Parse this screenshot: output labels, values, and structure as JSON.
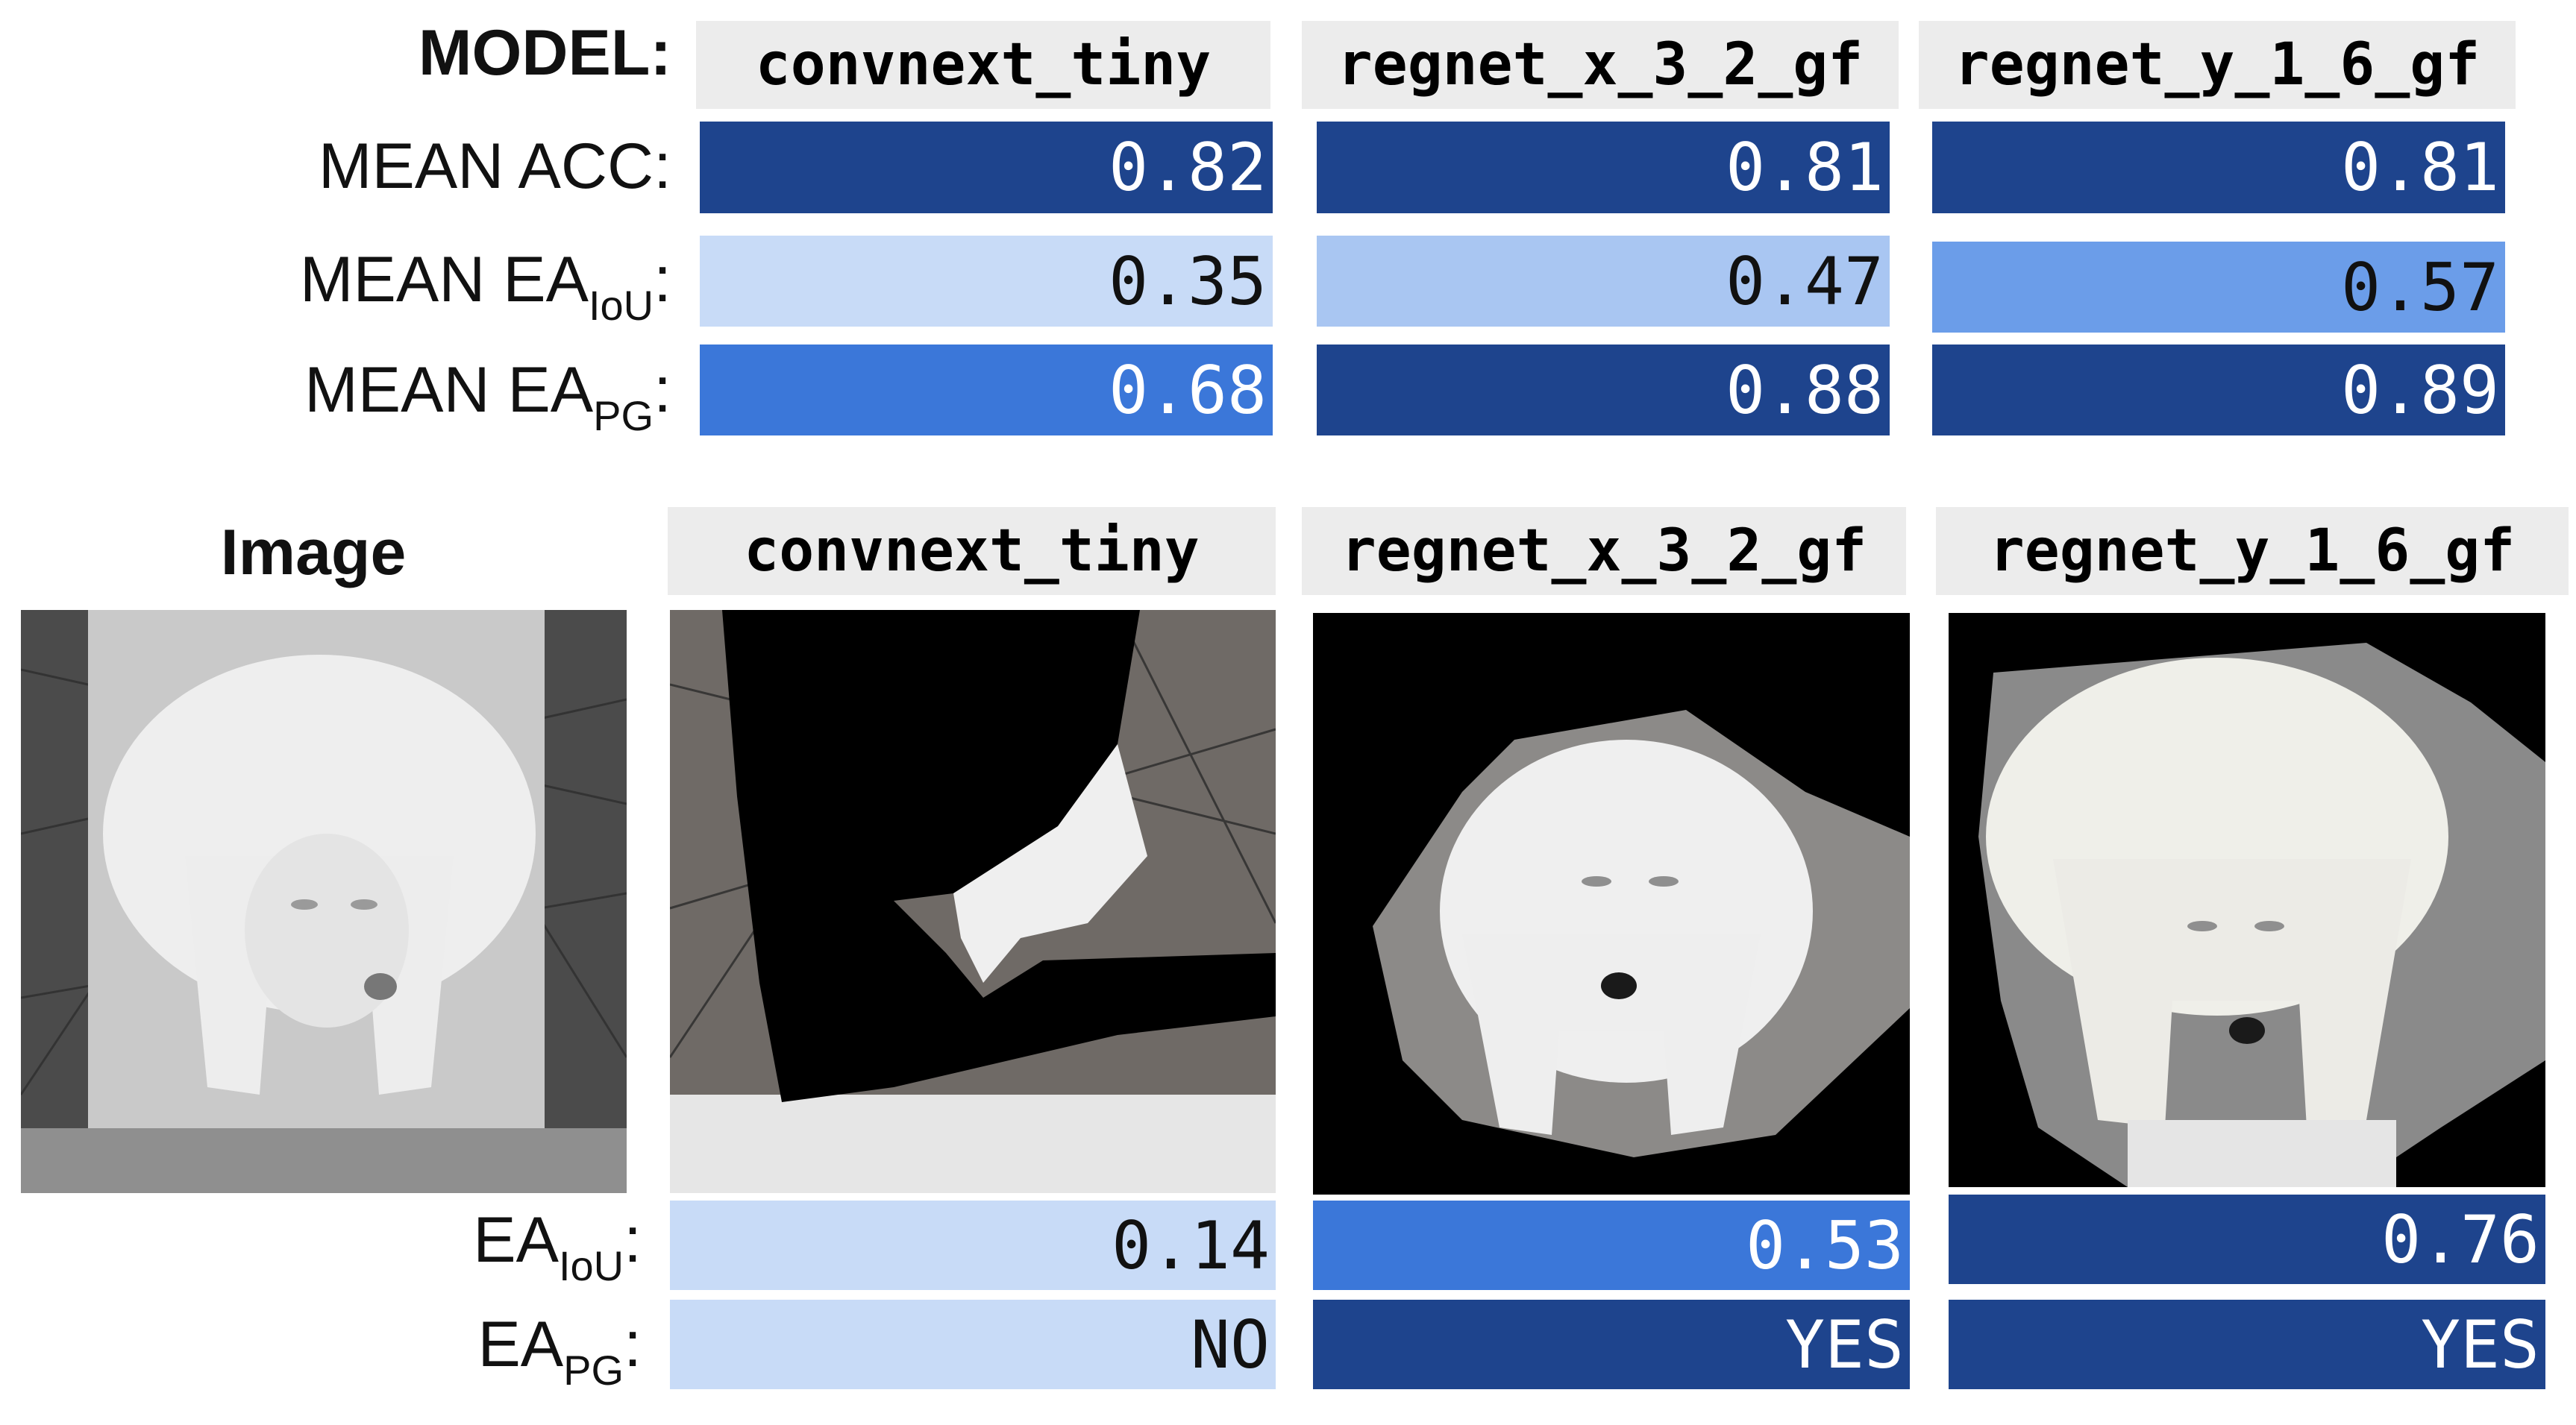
{
  "top": {
    "model_label": "MODEL:",
    "models": [
      "convnext_tiny",
      "regnet_x_3_2_gf",
      "regnet_y_1_6_gf"
    ],
    "mean_acc_label": "MEAN ACC:",
    "mean_ea_label": "MEAN EA",
    "sub_iou": "IoU",
    "sub_pg": "PG",
    "colon": ":",
    "mean_acc": [
      "0.82",
      "0.81",
      "0.81"
    ],
    "mean_ea_iou": [
      "0.35",
      "0.47",
      "0.57"
    ],
    "mean_ea_pg": [
      "0.68",
      "0.88",
      "0.89"
    ]
  },
  "bottom": {
    "image_label": "Image",
    "models": [
      "convnext_tiny",
      "regnet_x_3_2_gf",
      "regnet_y_1_6_gf"
    ],
    "ea_label": "EA",
    "ea_iou": [
      "0.14",
      "0.53",
      "0.76"
    ],
    "ea_pg": [
      "NO",
      "YES",
      "YES"
    ]
  },
  "colors": {
    "dark": "#1e448d",
    "medium": "#3b77d9",
    "light": "#c8dbf7",
    "header_bg": "#ececec"
  }
}
